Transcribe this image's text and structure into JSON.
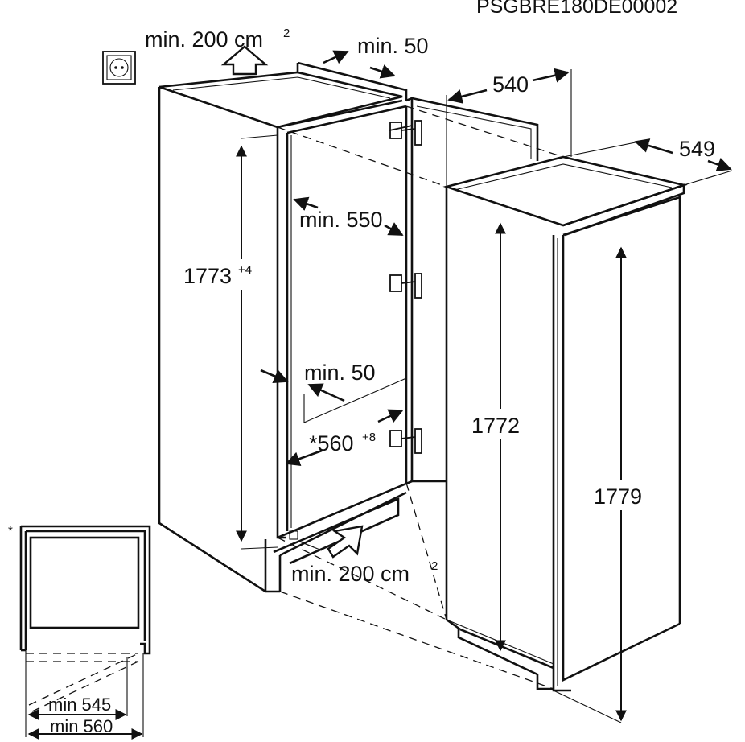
{
  "document_code": "PSGBRE180DE00002",
  "labels": {
    "top_vent_area": "min. 200 cm",
    "top_vent_area_sup": "2",
    "top_gap": "min. 50",
    "niche_depth": "min. 550",
    "niche_height": "1773",
    "niche_height_tol": "+4",
    "side_gap": "min. 50",
    "niche_width": "*560",
    "niche_width_tol": "+8",
    "bottom_vent_area": "min. 200 cm",
    "bottom_vent_area_sup": "2",
    "appliance_width": "540",
    "appliance_depth": "549",
    "appliance_height": "1772",
    "appliance_height_door": "1779",
    "detail_marker": "*",
    "detail_min_inner": "min 545",
    "detail_min_outer": "min 560"
  },
  "icons": {
    "socket": "power-socket-icon",
    "vent_arrow_top": "airflow-arrow-up-icon",
    "vent_arrow_bottom": "airflow-arrow-diagonal-icon"
  }
}
